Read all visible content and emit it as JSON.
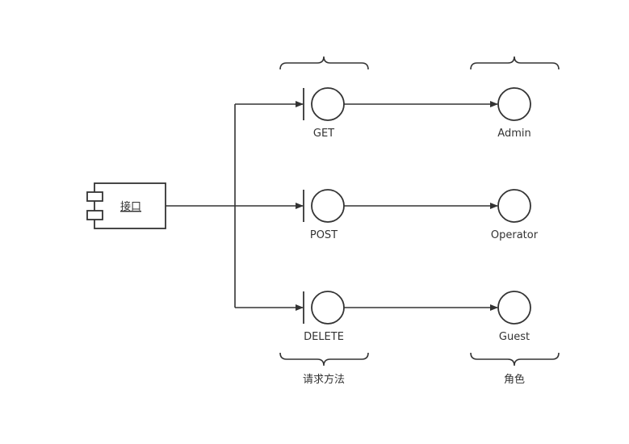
{
  "component": {
    "label": "接口"
  },
  "methods": [
    {
      "label": "GET"
    },
    {
      "label": "POST"
    },
    {
      "label": "DELETE"
    }
  ],
  "roles": [
    {
      "label": "Admin"
    },
    {
      "label": "Operator"
    },
    {
      "label": "Guest"
    }
  ],
  "groups": {
    "methods_label": "请求方法",
    "roles_label": "角色"
  },
  "colors": {
    "line": "#333333",
    "background": "#ffffff"
  }
}
